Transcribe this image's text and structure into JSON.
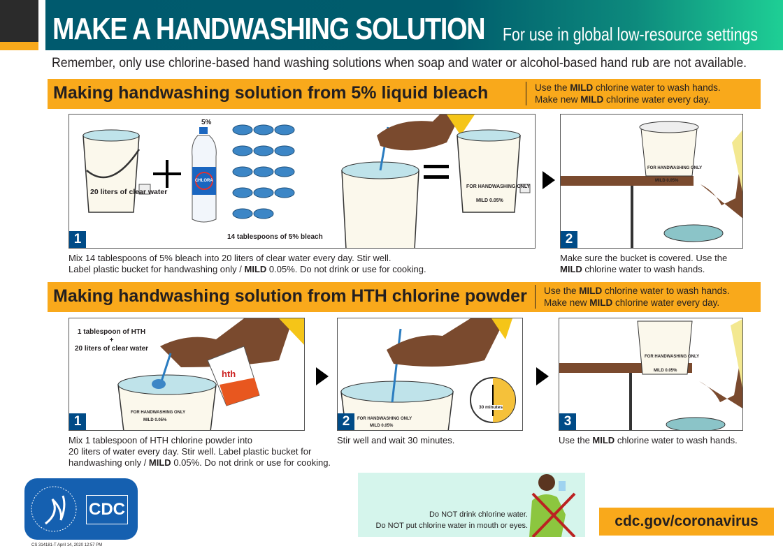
{
  "header": {
    "title": "MAKE A HANDWASHING SOLUTION",
    "subtitle": "For use in global low-resource settings"
  },
  "remember": "Remember, only use chlorine-based hand washing solutions when soap and water or alcohol-based hand rub are not available.",
  "section1": {
    "heading": "Making handwashing solution from 5% liquid bleach",
    "note": {
      "l1_pre": "Use the ",
      "l1_bold": "MILD",
      "l1_post": " chlorine water to wash hands.",
      "l2_pre": "Make new ",
      "l2_bold": "MILD",
      "l2_post": " chlorine water every day."
    },
    "step1": {
      "number": "1",
      "water_label": "20 liters of clear water",
      "bottle_label": "5%",
      "bottle_brand": "CHLORA",
      "spoons_label": "14 tablespoons of 5% bleach",
      "bucket_label1": "FOR HANDWASHING ONLY",
      "bucket_label2": "MILD 0.05%",
      "caption_l1": "Mix 14 tablespoons of 5% bleach into 20 liters of clear water every day. Stir well.",
      "caption_l2_pre": "Label plastic bucket for handwashing only / ",
      "caption_bold": "MILD",
      "caption_l2_post": " 0.05%. Do not drink or use for cooking."
    },
    "step2": {
      "number": "2",
      "bucket_label1": "FOR HANDWASHING ONLY",
      "bucket_label2": "MILD 0.05%",
      "caption_pre": "Make sure the bucket is covered. Use the ",
      "caption_bold": "MILD",
      "caption_post": " chlorine water to wash hands."
    }
  },
  "section2": {
    "heading": "Making handwashing solution from HTH chlorine powder",
    "note": {
      "l1_pre": "Use the ",
      "l1_bold": "MILD",
      "l1_post": " chlorine water to wash hands.",
      "l2_pre": "Make new ",
      "l2_bold": "MILD",
      "l2_post": " chlorine water every day."
    },
    "step1": {
      "number": "1",
      "label_l1": "1 tablespoon of HTH",
      "label_plus": "+",
      "label_l2": "20 liters of clear water",
      "container_brand": "hth",
      "bucket_label1": "FOR HANDWASHING ONLY",
      "bucket_label2": "MILD 0.05%",
      "caption_l1": "Mix 1 tablespoon of HTH chlorine powder into",
      "caption_l2": "20 liters of water every day. Stir well. Label plastic bucket for",
      "caption_l3_pre": "handwashing only / ",
      "caption_bold": "MILD",
      "caption_l3_post": " 0.05%. Do not drink or use for cooking."
    },
    "step2": {
      "number": "2",
      "bucket_label1": "FOR HANDWASHING ONLY",
      "bucket_label2": "MILD 0.05%",
      "timer_label": "30 minutes",
      "caption": "Stir well and wait 30 minutes."
    },
    "step3": {
      "number": "3",
      "bucket_label1": "FOR HANDWASHING ONLY",
      "bucket_label2": "MILD 0.05%",
      "caption_pre": "Use the ",
      "caption_bold": "MILD",
      "caption_post": " chlorine water to wash hands."
    }
  },
  "warning": {
    "l1": "Do NOT drink chlorine water.",
    "l2": "Do NOT put chlorine water in mouth or eyes."
  },
  "footer": {
    "url": "cdc.gov/coronavirus",
    "logo_text": "CDC",
    "code": "CS 314181-T   April 14, 2020 12:57 PM"
  },
  "colors": {
    "orange": "#f9a91b",
    "teal": "#005a6e",
    "green": "#1ecf95",
    "blue": "#004b87"
  }
}
